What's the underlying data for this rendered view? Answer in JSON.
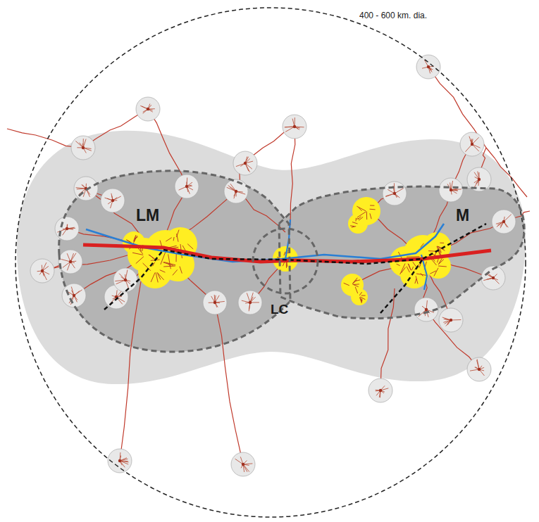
{
  "diagram": {
    "nodes": [
      {
        "text": [
          "400 - 600 km. dia."
        ]
      },
      {
        "text": [
          "LM"
        ],
        "in": 0
      },
      {
        "text": [
          "LC"
        ],
        "in": 0
      },
      {
        "text": [
          "M"
        ],
        "in": 0
      }
    ]
  }
}
